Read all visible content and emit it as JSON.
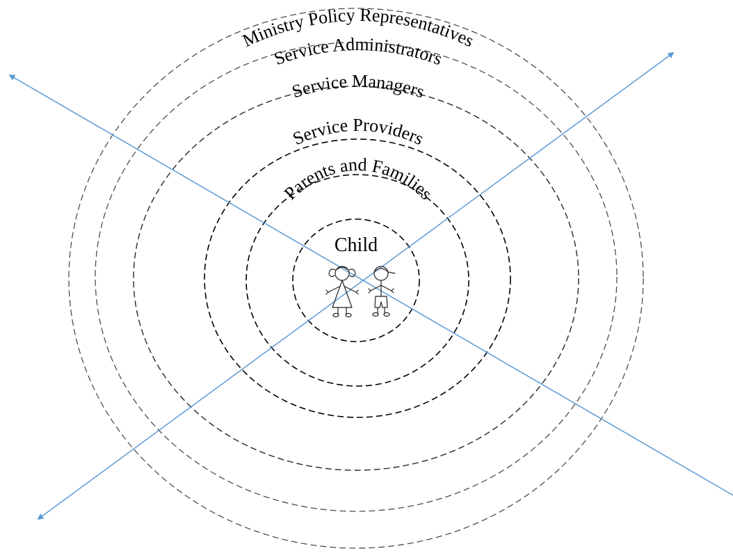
{
  "rings": [
    {
      "label": "Child"
    },
    {
      "label": "Parents and Families"
    },
    {
      "label": "Service Providers"
    },
    {
      "label": "Service Managers"
    },
    {
      "label": "Service Administrators"
    },
    {
      "label": "Ministry Policy Representatives"
    }
  ],
  "colors": {
    "ring_stroke_inner": "#000000",
    "ring_stroke_outer": "#4d4d4d",
    "arrow": "#5b9bd5",
    "text": "#000000"
  },
  "icons": [
    "girl-figure-icon",
    "boy-figure-icon"
  ]
}
